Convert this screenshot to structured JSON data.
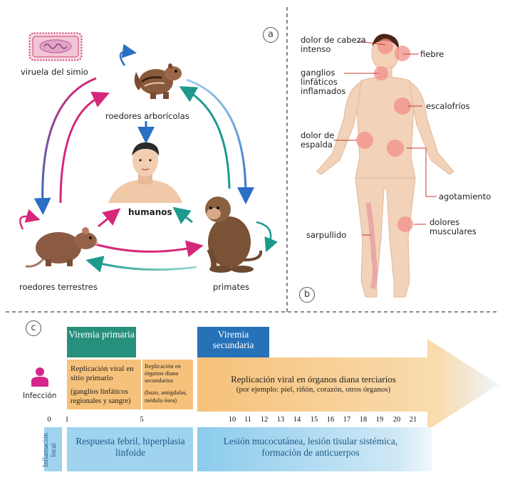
{
  "panels": {
    "a": "a",
    "b": "b",
    "c": "c"
  },
  "panel_a": {
    "virus_label": "viruela del simio",
    "nodes": {
      "arboreal": "roedores arborícolas",
      "humans": "humanos",
      "terrestrial": "roedores terrestres",
      "primates": "primates"
    }
  },
  "panel_b": {
    "symptoms": [
      "dolor de cabeza intenso",
      "fiebre",
      "ganglios linfáticos inflamados",
      "escalofríos",
      "dolor de espalda",
      "agotamiento",
      "dolores musculares",
      "sarpullido"
    ]
  },
  "panel_c": {
    "viremia_primaria": "Viremia primaria",
    "viremia_secundaria": "Viremia secundaria",
    "infection_label": "Infección",
    "box1_title": "Replicación viral en sitio primario",
    "box1_detail": "(ganglios linfáticos regionales y sangre)",
    "box2_title": "Replicación en órganos diana secundarios",
    "box2_detail": "(bazo, amígdalas, médula ósea)",
    "box3_title": "Replicación viral en órganos diana terciarios",
    "box3_detail": "(por ejemplo: piel, riñón, corazón, otros órganos)",
    "days": [
      "0",
      "1",
      "5",
      "10",
      "11",
      "12",
      "13",
      "14",
      "15",
      "16",
      "17",
      "18",
      "19",
      "20",
      "21"
    ],
    "local_inflammation": "Inflamación local",
    "response1": "Respuesta febril, hiperplasia linfoide",
    "response2": "Lesión mucocutánea, lesión tisular sistémica, formación de anticuerpos"
  },
  "colors": {
    "magenta": "#d6287a",
    "blue": "#2a6fc4",
    "teal": "#1d9a8c",
    "green_box": "#27907c",
    "blue_box": "#2671b8",
    "orange": "#f6c17a",
    "light_blue": "#9fd3ee"
  }
}
